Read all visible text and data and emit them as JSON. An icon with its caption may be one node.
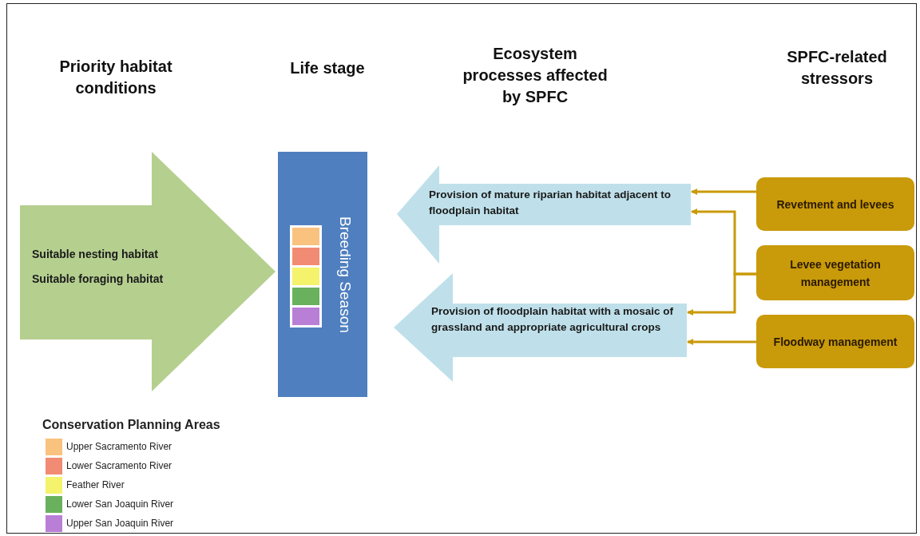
{
  "diagram": {
    "nodes": [
      {
        "text": [
          "Suitable nesting habitat",
          "Suitable foraging habitat"
        ]
      },
      {
        "text": [
          "Breeding Season"
        ]
      },
      {
        "text": [
          "Provision of mature riparian habitat adjacent to floodplain habitat"
        ]
      },
      {
        "text": [
          "Provision of floodplain habitat with a mosaic of grassland and appropriate agricultural crops"
        ]
      },
      {
        "text": [
          "Revetment and levees"
        ]
      },
      {
        "text": [
          "Levee vegetation management"
        ]
      },
      {
        "text": [
          "Floodway management"
        ]
      }
    ],
    "edges": [
      {
        "from": 4,
        "to": 2,
        "arrow": "to"
      },
      {
        "from": 5,
        "to": 2,
        "arrow": "to"
      },
      {
        "from": 5,
        "to": 3,
        "arrow": "to"
      },
      {
        "from": 6,
        "to": 3,
        "arrow": "to"
      }
    ],
    "labels": [
      "Priority habitat conditions",
      "Life stage",
      "Ecosystem processes affected by SPFC",
      "SPFC-related stressors",
      "Conservation Planning Areas"
    ],
    "legend": [
      {
        "text": "Upper Sacramento River",
        "color": "#f9c27f"
      },
      {
        "text": "Lower Sacramento River",
        "color": "#f28b73"
      },
      {
        "text": "Feather River",
        "color": "#f4f36b"
      },
      {
        "text": "Lower San Joaquin River",
        "color": "#6ab15d"
      },
      {
        "text": "Upper San Joaquin River",
        "color": "#b97fd6"
      }
    ]
  }
}
